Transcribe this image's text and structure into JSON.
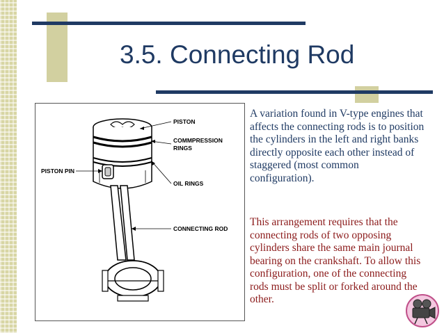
{
  "slide": {
    "title": "3.5. Connecting Rod",
    "paragraphs": [
      "A variation found in V-type engines that affects the connecting rods is to position the cylinders in the left and right banks directly opposite each other instead of staggered (most common configuration).",
      "This arrangement requires that the connecting rods of two opposing cylinders share the same main journal bearing on the crankshaft. To allow this configuration, one of the connecting rods must be split or forked around the other."
    ],
    "colors": {
      "title": "#1f3a63",
      "bars": "#1f3a63",
      "paragraph_1": "#1f3a63",
      "paragraph_2": "#8b1a1a",
      "accent_squares": "#d2d0a0"
    }
  },
  "diagram": {
    "labels": {
      "piston": "PISTON",
      "compression_line1": "COMMPRESSION",
      "compression_line2": "RINGS",
      "piston_pin": "PISTON  PIN",
      "oil_rings": "OIL RINGS",
      "connecting_rod": "CONNECTING  ROD"
    }
  },
  "icons": {
    "corner": "movie-camera-icon"
  }
}
